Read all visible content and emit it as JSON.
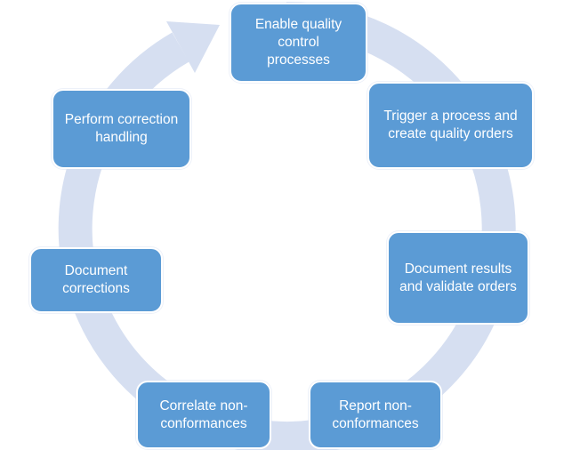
{
  "diagram": {
    "type": "cycle",
    "description": "Quality management process cycle diagram",
    "colors": {
      "box_fill": "#5b9bd5",
      "box_border": "#ffffff",
      "ring": "#d6dff1",
      "text": "#ffffff",
      "background": "#ffffff"
    },
    "steps": [
      {
        "id": "enable-quality-control",
        "label": "Enable quality\ncontrol\nprocesses"
      },
      {
        "id": "trigger-process-create-orders",
        "label": "Trigger a process and\ncreate quality orders"
      },
      {
        "id": "document-results-validate-orders",
        "label": "Document results\nand validate orders"
      },
      {
        "id": "report-non-conformances",
        "label": "Report non-\nconformances"
      },
      {
        "id": "correlate-non-conformances",
        "label": "Correlate non-\nconformances"
      },
      {
        "id": "document-corrections",
        "label": "Document\ncorrections"
      },
      {
        "id": "perform-correction-handling",
        "label": "Perform correction\nhandling"
      }
    ]
  }
}
